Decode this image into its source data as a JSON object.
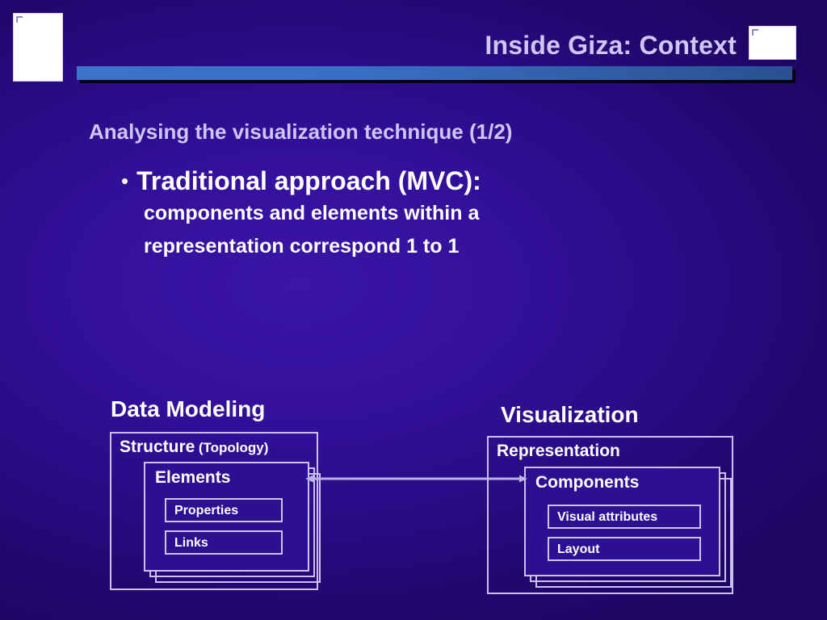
{
  "slide": {
    "title": "Inside Giza: Context",
    "subtitle": "Analysing the visualization technique (1/2)",
    "bullet": {
      "marker": "•",
      "head": "Traditional approach (MVC):",
      "body": "components and elements within a representation correspond 1 to 1"
    },
    "header_images": {
      "left_placeholder": "",
      "right_placeholder": ""
    }
  },
  "diagram": {
    "left": {
      "heading": "Data Modeling",
      "outer": {
        "label_main": "Structure",
        "label_sub": "(Topology)"
      },
      "stack": {
        "title": "Elements",
        "items": [
          {
            "label": "Properties"
          },
          {
            "label": "Links"
          }
        ]
      }
    },
    "right": {
      "heading": "Visualization",
      "outer": {
        "label_main": "Representation",
        "label_sub": ""
      },
      "stack": {
        "title": "Components",
        "items": [
          {
            "label": "Visual attributes"
          },
          {
            "label": "Layout"
          }
        ]
      }
    },
    "connector": {
      "kind": "double-headed-arrow",
      "color": "#bcb0ea"
    }
  },
  "colors": {
    "background_center": "#3a15a6",
    "background_edge": "#1e0663",
    "title_text": "#cfc6f5",
    "body_text": "#ffffff",
    "rule_bar": "#3c72c8",
    "box_stroke": "#cdc0ef"
  }
}
